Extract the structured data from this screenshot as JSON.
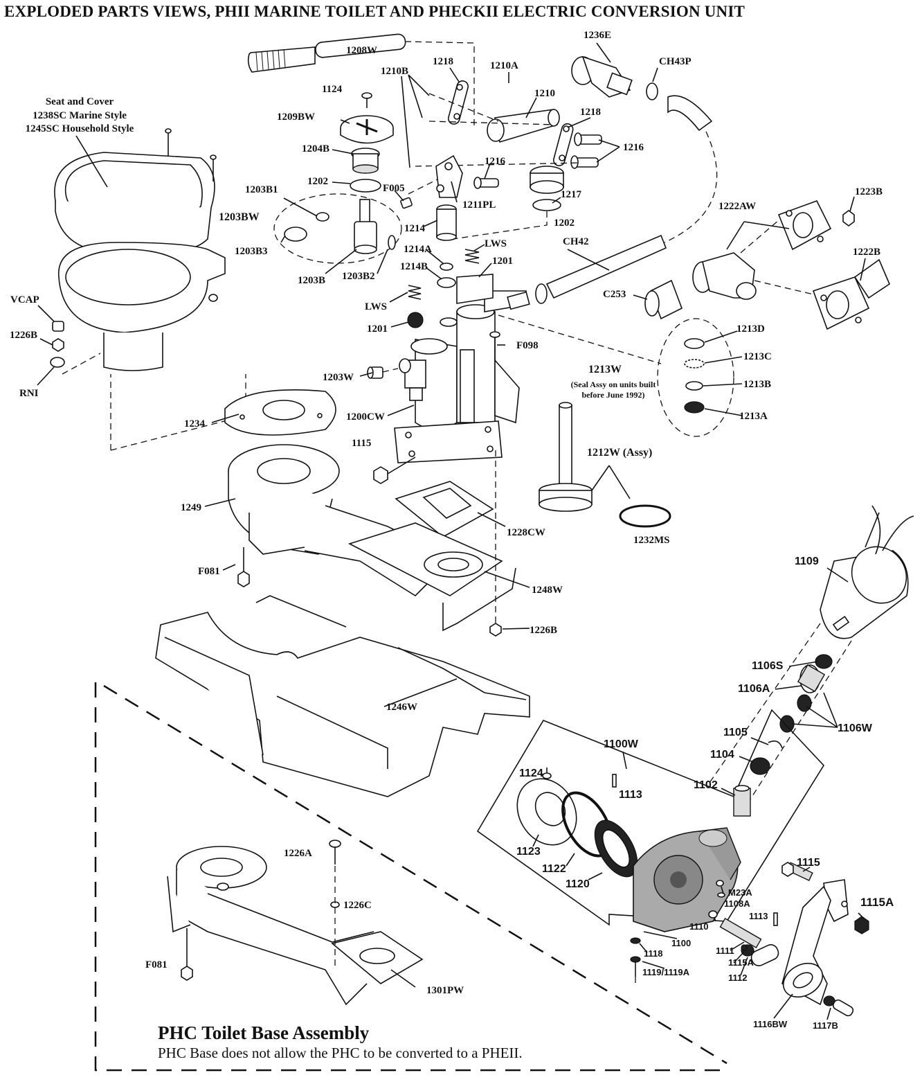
{
  "header": {
    "title": "EXPLODED PARTS VIEWS, PHII MARINE TOILET AND PHECKII ELECTRIC  CONVERSION UNIT"
  },
  "seat": {
    "line1": "Seat and Cover",
    "line2": "1238SC  Marine Style",
    "line3": "1245SC  Household Style"
  },
  "seal_note": {
    "code": "1213W",
    "line1": "(Seal Assy on units built",
    "line2": "before June 1992)"
  },
  "piston_assy": "1212W (Assy)",
  "base_assembly": {
    "title": "PHC Toilet Base Assembly",
    "subtitle": "PHC Base does not allow the PHC to be converted to a PHEII."
  },
  "labels": {
    "p1208W": "1208W",
    "p1218a": "1218",
    "p1210A": "1210A",
    "p1210B": "1210B",
    "p1124a": "1124",
    "p1210": "1210",
    "p1236E": "1236E",
    "pCH43P": "CH43P",
    "p1218b": "1218",
    "p1216a": "1216",
    "p1209BW": "1209BW",
    "p1204B": "1204B",
    "p1216b": "1216",
    "p1202a": "1202",
    "pF005": "F005",
    "p1203B1": "1203B1",
    "p1203BW": "1203BW",
    "p1211PL": "1211PL",
    "p1217": "1217",
    "p1214": "1214",
    "p1202b": "1202",
    "p1223B": "1223B",
    "p1222AW": "1222AW",
    "p1203B3": "1203B3",
    "pLWSa": "LWS",
    "pCH42": "CH42",
    "p1222B": "1222B",
    "p1214A": "1214A",
    "p1201a": "1201",
    "p1214B": "1214B",
    "p1203B": "1203B",
    "p1203B2": "1203B2",
    "pVCAP": "VCAP",
    "pC253": "C253",
    "pLWSb": "LWS",
    "p1226Ba": "1226B",
    "p1201b": "1201",
    "p1213D": "1213D",
    "pF098": "F098",
    "p1213C": "1213C",
    "pRNI": "RNI",
    "p1203W": "1203W",
    "p1213B": "1213B",
    "p1200CW": "1200CW",
    "p1213A": "1213A",
    "p1234": "1234",
    "p1115a": "1115",
    "p1249": "1249",
    "p1228CW": "1228CW",
    "p1232MS": "1232MS",
    "p1109": "1109",
    "pF081a": "F081",
    "p1248W": "1248W",
    "p1226Bb": "1226B",
    "p1106S": "1106S",
    "p1106A": "1106A",
    "p1246W": "1246W",
    "p1106W": "1106W",
    "p1105": "1105",
    "p1100W": "1100W",
    "p1104": "1104",
    "p1124b": "1124",
    "p1113a": "1113",
    "p1102": "1102",
    "p1123": "1123",
    "p1122": "1122",
    "p1120": "1120",
    "p1115b": "1115",
    "pM23A": "M23A",
    "p1108A": "1108A",
    "p1115A": "1115A",
    "p1113b": "1113",
    "p1110": "1110",
    "p1100": "1100",
    "p1118": "1118",
    "p1111": "1111",
    "p1115Asm": "1115A",
    "p1112": "1112",
    "p1119": "1119/1119A",
    "p1226A": "1226A",
    "p1226C": "1226C",
    "pF081b": "F081",
    "p1301PW": "1301PW",
    "p1116BW": "1116BW",
    "p1117B": "1117B"
  }
}
